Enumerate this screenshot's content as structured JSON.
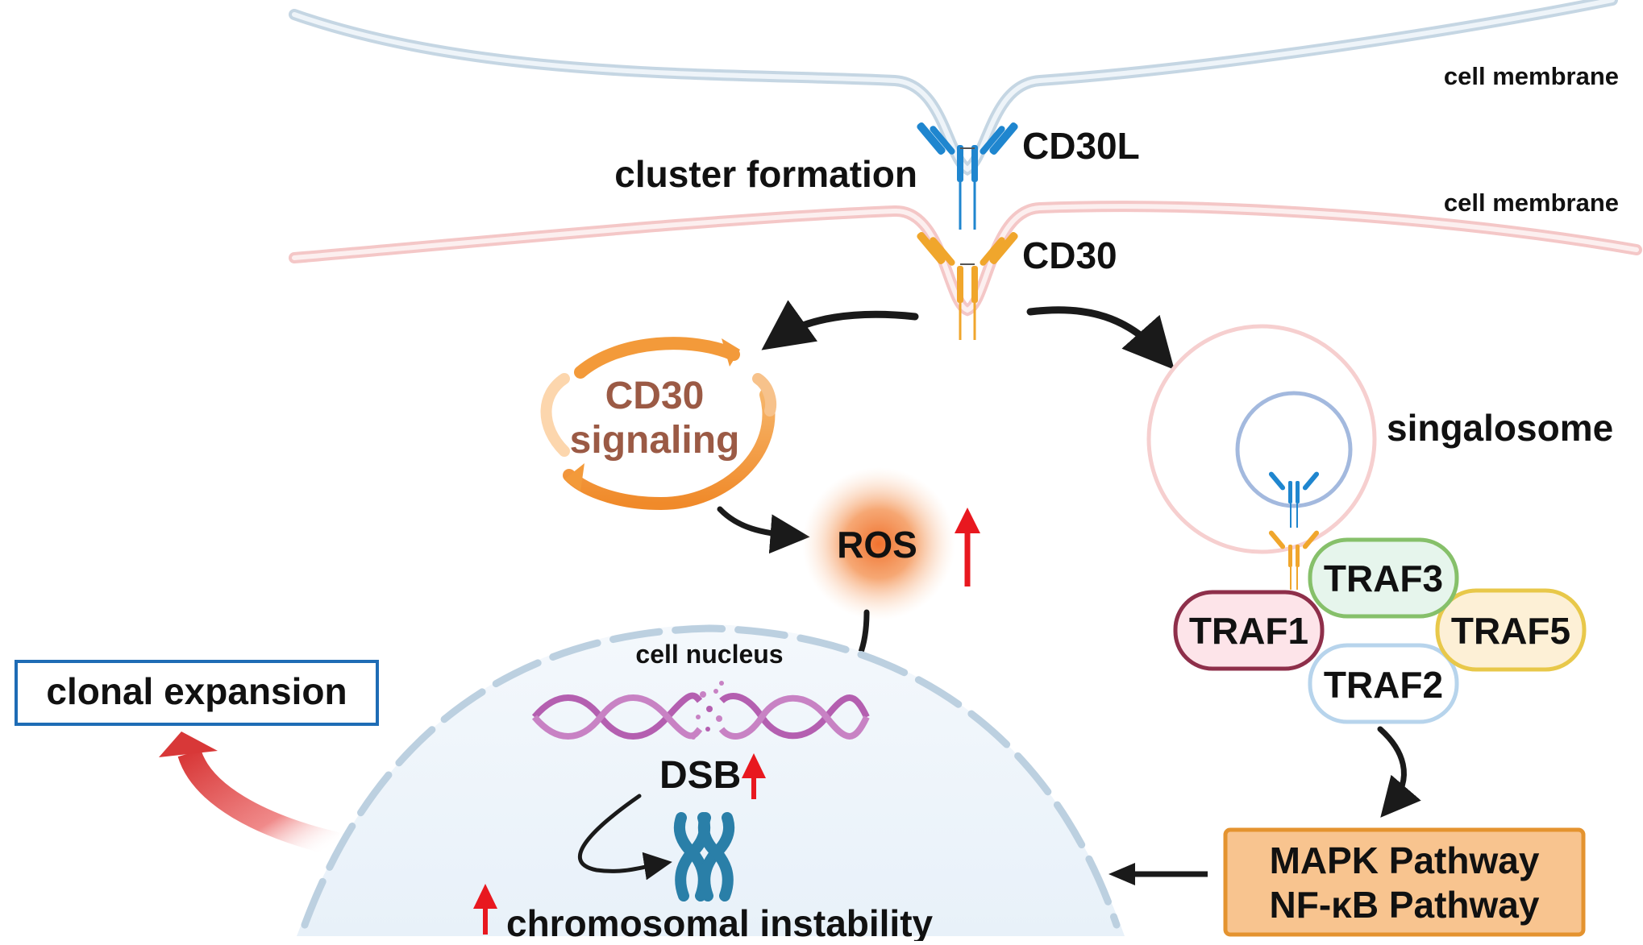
{
  "labels": {
    "cell_membrane_top": "cell membrane",
    "cell_membrane_bottom": "cell membrane",
    "cd30l": "CD30L",
    "cluster_formation": "cluster formation",
    "cd30": "CD30",
    "cd30_signaling_line1": "CD30",
    "cd30_signaling_line2": "signaling",
    "ros": "ROS",
    "singalosome": "singalosome",
    "cell_nucleus": "cell nucleus",
    "dsb": "DSB",
    "chromosomal_instability": "chromosomal instability",
    "clonal_expansion": "clonal expansion"
  },
  "traf": {
    "traf1": "TRAF1",
    "traf2": "TRAF2",
    "traf3": "TRAF3",
    "traf5": "TRAF5"
  },
  "pathways": {
    "mapk": "MAPK Pathway",
    "nfkb": "NF-κB Pathway"
  },
  "colors": {
    "membrane_top": "#c5d6e3",
    "membrane_bottom": "#f4c7c7",
    "cd30l_antibody": "#1f86cf",
    "cd30_antibody": "#f0a62c",
    "signaling_ring": "#f39a3a",
    "signaling_text": "#9b5a45",
    "ros_glow": "#f07a2e",
    "up_arrow": "#e8181f",
    "nucleus_fill": "#eef5fb",
    "nucleus_border": "#bcd0e0",
    "dna_strand": "#b45fb0",
    "chromosome": "#2a7fa8",
    "traf1_border": "#8e2f4a",
    "traf1_fill": "#fde4e9",
    "traf2_border": "#b7d4ec",
    "traf3_border": "#86c06a",
    "traf3_fill": "#e6f5ec",
    "traf5_border": "#e8c84a",
    "traf5_fill": "#fdf0d6",
    "pathway_fill": "#f8c48f",
    "pathway_border": "#e4932f",
    "clonal_border": "#1e6cb5",
    "clonal_arrow": "#e04848"
  }
}
